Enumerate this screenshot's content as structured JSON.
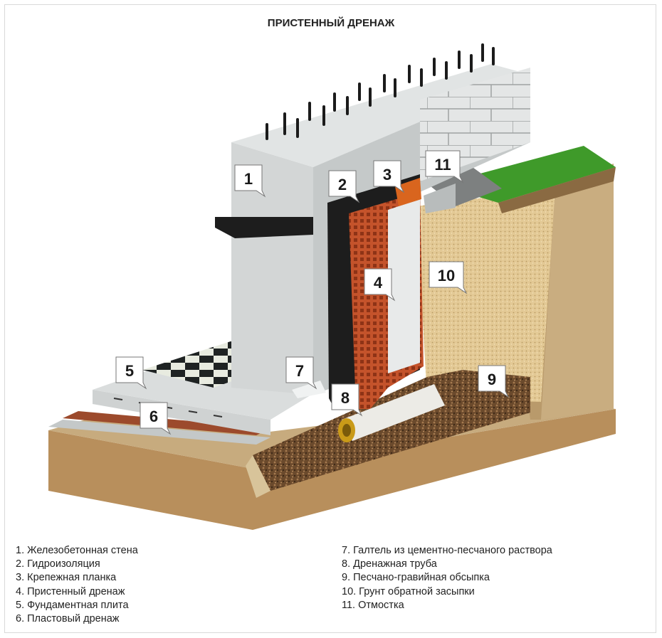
{
  "title": "ПРИСТЕННЫЙ ДРЕНАЖ",
  "callouts": [
    "1",
    "2",
    "3",
    "4",
    "5",
    "6",
    "7",
    "8",
    "9",
    "10",
    "11"
  ],
  "legend_left": [
    "1. Железобетонная стена",
    "2. Гидроизоляция",
    "3. Крепежная планка",
    "4. Пристенный дренаж",
    "5. Фундаментная плита",
    "6. Пластовый дренаж"
  ],
  "legend_right": [
    "7. Галтель из цементно-песчаного раствора",
    "8. Дренажная труба",
    "9. Песчано-гравийная обсыпка",
    "10. Грунт обратной засыпки",
    "11. Отмостка"
  ],
  "colors": {
    "concrete": "#d3d6d6",
    "soil": "#c7ab7e",
    "backfill": "#e3c995",
    "membrane": "#c4532b",
    "waterproofing": "#1d1d1d",
    "grass": "#3f9a2a"
  }
}
